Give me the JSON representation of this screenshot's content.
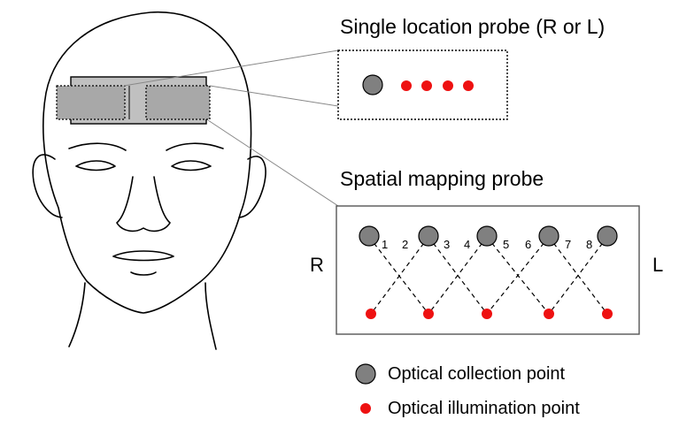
{
  "single_probe": {
    "title": "Single location probe (R or L)",
    "collection_count": 1,
    "illumination_count": 4
  },
  "mapping_probe": {
    "title": "Spatial mapping probe",
    "left_side_label": "R",
    "right_side_label": "L",
    "channel_numbers": [
      "1",
      "2",
      "3",
      "4",
      "5",
      "6",
      "7",
      "8"
    ],
    "collection_count": 5,
    "illumination_count": 5
  },
  "legend": {
    "collection_label": "Optical collection point",
    "illumination_label": "Optical illumination point"
  },
  "colors": {
    "collection_fill": "#808080",
    "illumination_fill": "#ee1111",
    "probe_fill": "#c0c0c0",
    "probe_pad_fill": "#a8a8a8"
  }
}
